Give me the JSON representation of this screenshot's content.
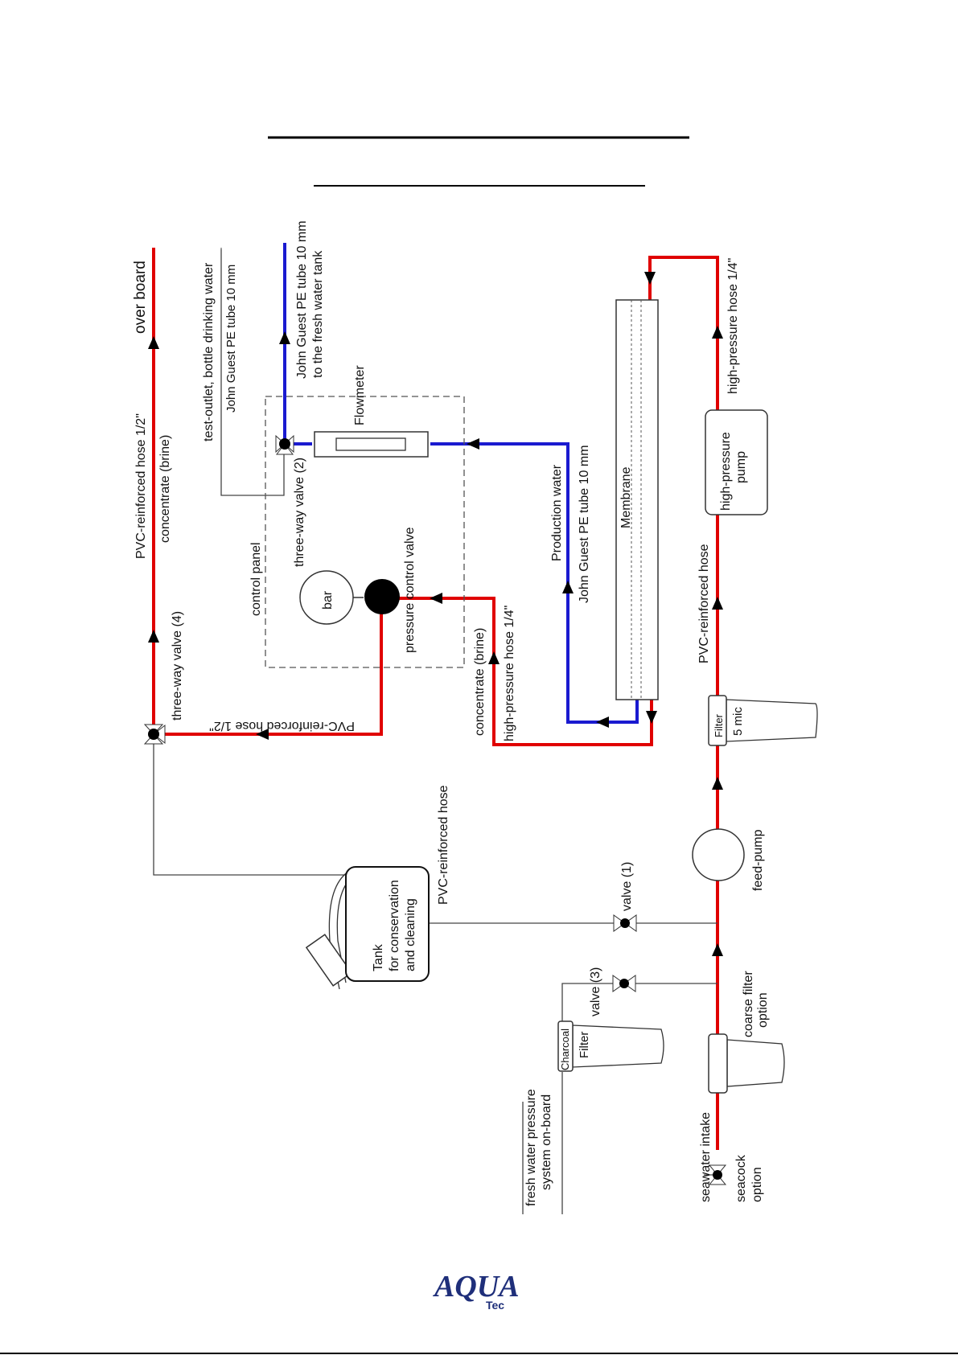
{
  "labels": {
    "over_board": "over board",
    "pvc_hose_half_top": "PVC-reinforced hose 1/2\"",
    "concentrate_brine_top": "concentrate (brine)",
    "test_outlet": "test-outlet,  bottle drinking water",
    "john_guest_test": "John Guest PE tube 10 mm",
    "john_guest_fresh": "John Guest PE tube 10 mm",
    "to_fresh_tank": "to the fresh water tank",
    "flowmeter": "Flowmeter",
    "three_way_valve_2": "three-way valve (2)",
    "control_panel": "control panel",
    "bar": "bar",
    "pressure_control_valve": "pressure control valve",
    "three_way_valve_4": "three-way valve (4)",
    "pvc_hose_half_bottom": "PVC-reinforced hose 1/2\"",
    "concentrate_brine_mid": "concentrate (brine)",
    "hp_hose_quarter_mid": "high-pressure hose 1/4\"",
    "production_water": "Production water",
    "john_guest_prod": "John Guest PE tube 10 mm",
    "membrane": "Membrane",
    "hp_hose_quarter_right": "high-pressure hose 1/4\"",
    "hp_pump_1": "high-pressure",
    "hp_pump_2": "pump",
    "pvc_hose_right": "PVC-reinforced hose",
    "filter": "Filter",
    "five_mic": "5 mic",
    "feed_pump": "feed-pump",
    "pvc_hose_tank": "PVC-reinforced hose",
    "valve_1": "valve (1)",
    "tank_1": "Tank",
    "tank_2": "for conservation",
    "tank_3": "and cleaning",
    "valve_3": "valve (3)",
    "charcoal": "Charcoal",
    "filter_charcoal": "Filter",
    "coarse_filter": "coarse filter",
    "coarse_option": "option",
    "fresh_water_1": "fresh water pressure",
    "fresh_water_2": "system on-board",
    "seawater_intake": "seawater intake",
    "seacock": "seacock",
    "seacock_option": "option"
  },
  "logo": {
    "main": "AQUA",
    "sub": "Tec"
  },
  "colors": {
    "concentrate_line": "#e00000",
    "production_line": "#1a1ad0",
    "neutral_line": "#555555",
    "logo": "#1f2f7a"
  }
}
